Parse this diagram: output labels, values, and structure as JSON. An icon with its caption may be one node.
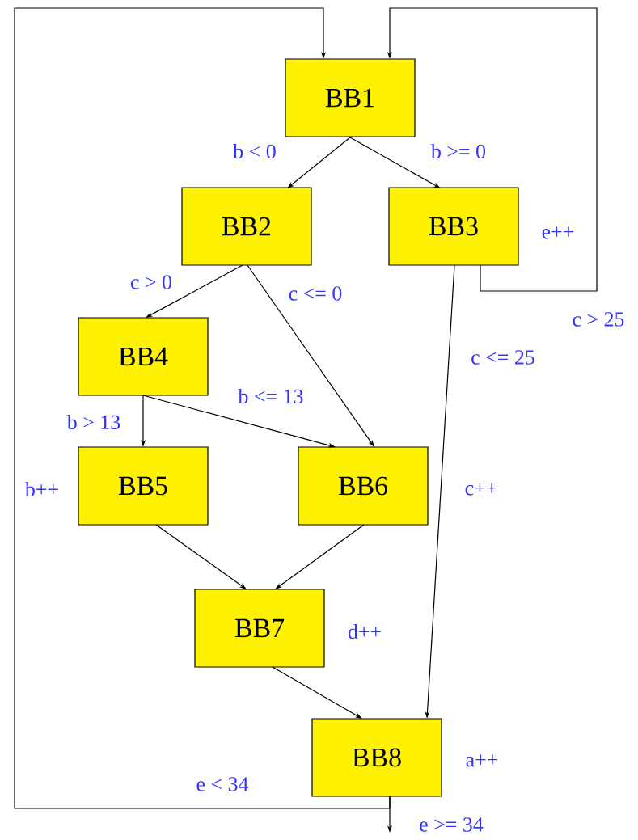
{
  "diagram": {
    "nodes": [
      {
        "text": [
          "BB1"
        ]
      },
      {
        "text": [
          "BB2"
        ]
      },
      {
        "text": [
          "BB3"
        ],
        "beside": [
          "e++"
        ]
      },
      {
        "text": [
          "BB4"
        ]
      },
      {
        "text": [
          "BB5"
        ],
        "beside": [
          "b++"
        ]
      },
      {
        "text": [
          "BB6"
        ]
      },
      {
        "text": [
          "BB7"
        ],
        "beside": [
          "d++"
        ]
      },
      {
        "text": [
          "BB8"
        ],
        "beside": [
          "a++"
        ]
      }
    ],
    "edges": [
      {
        "from": 0,
        "to": 1,
        "arrow": "to",
        "label": "b < 0"
      },
      {
        "from": 0,
        "to": 2,
        "arrow": "to",
        "label": "b >= 0"
      },
      {
        "from": 1,
        "to": 3,
        "arrow": "to",
        "label": "c > 0"
      },
      {
        "from": 1,
        "to": 5,
        "arrow": "to",
        "label": "c <= 0"
      },
      {
        "from": 2,
        "to": 7,
        "arrow": "to",
        "label": "c <= 25"
      },
      {
        "from": 2,
        "to": 0,
        "arrow": "to",
        "label": "c > 25"
      },
      {
        "from": 3,
        "to": 4,
        "arrow": "to",
        "label": "b > 13"
      },
      {
        "from": 3,
        "to": 5,
        "arrow": "to",
        "label": "b <= 13"
      },
      {
        "from": 4,
        "to": 6,
        "arrow": "to"
      },
      {
        "from": 5,
        "to": 6,
        "arrow": "to"
      },
      {
        "from": 6,
        "to": 7,
        "arrow": "to"
      },
      {
        "from": 7,
        "to": 0,
        "arrow": "to",
        "label": "e < 34"
      },
      {
        "from": 7,
        "to": null,
        "arrow": "to",
        "label": "e >= 34"
      }
    ],
    "labels": [
      "c++"
    ]
  }
}
